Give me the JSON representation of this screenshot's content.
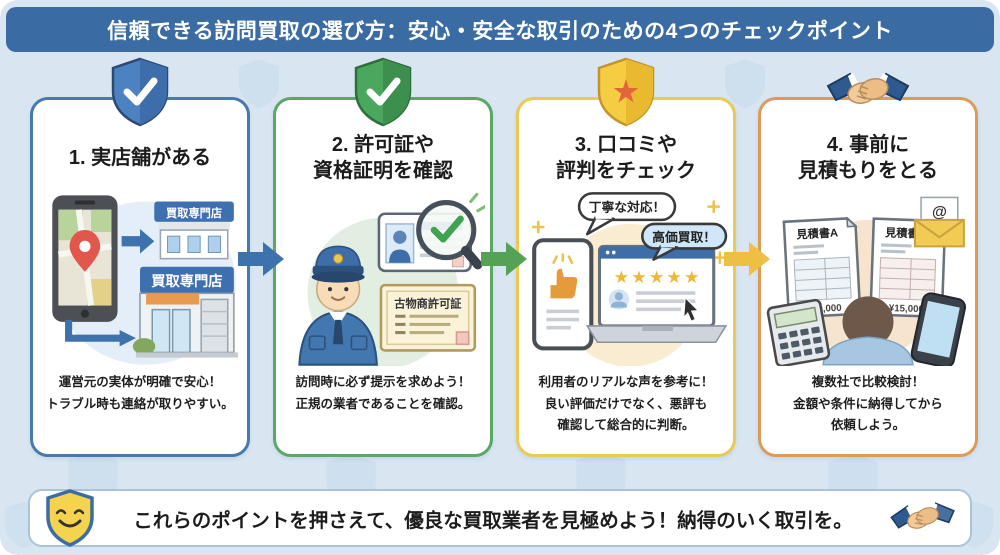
{
  "header": {
    "title": "信頼できる訪問買取の選び方：安心・安全な取引のための4つのチェックポイント"
  },
  "panels": [
    {
      "title_line1": "1. 実店舗がある",
      "desc_lines": [
        "運営元の実体が明確で安心！",
        "トラブル時も連絡が取りやすい。"
      ],
      "badge": "blue-shield-check",
      "accent_color": "#4679ae",
      "illustration": {
        "store_sign_small": "買取専門店",
        "store_sign_large": "買取専門店"
      }
    },
    {
      "title_line1": "2. 許可証や",
      "title_line2": "資格証明を確認",
      "desc_lines": [
        "訪問時に必ず提示を求めよう！",
        "正規の業者であることを確認。"
      ],
      "badge": "green-shield-check",
      "accent_color": "#5aa769",
      "illustration": {
        "certificate_title": "古物商許可証"
      }
    },
    {
      "title_line1": "3. 口コミや",
      "title_line2": "評判をチェック",
      "desc_lines": [
        "利用者のリアルな声を参考に！",
        "良い評価だけでなく、悪評も",
        "確認して総合的に判断。"
      ],
      "badge": "gold-shield-star",
      "accent_color": "#e9ca52",
      "illustration": {
        "bubble_top": "丁寧な対応！",
        "bubble_right": "高価買取！",
        "stars": "★★★★★"
      }
    },
    {
      "title_line1": "4. 事前に",
      "title_line2": "見積もりをとる",
      "badge": "handshake",
      "accent_color": "#dd9c55",
      "desc_lines": [
        "複数社で比較検討！",
        "金額や条件に納得してから",
        "依頼しよう。"
      ],
      "illustration": {
        "doc_a_title": "見積書A",
        "doc_a_price": "¥10,000",
        "doc_b_title": "見積書B",
        "doc_b_price": "¥15,000",
        "at_symbol": "@"
      }
    }
  ],
  "footer": {
    "message": "これらのポイントを押さえて、優良な買取業者を見極めよう！納得のいく取引を。"
  },
  "colors": {
    "background": "#d9e6f2",
    "title_bar": "#3a6ca3",
    "arrow_blue": "#3d72ad",
    "arrow_green": "#55a156",
    "arrow_yellow": "#edbf43"
  }
}
